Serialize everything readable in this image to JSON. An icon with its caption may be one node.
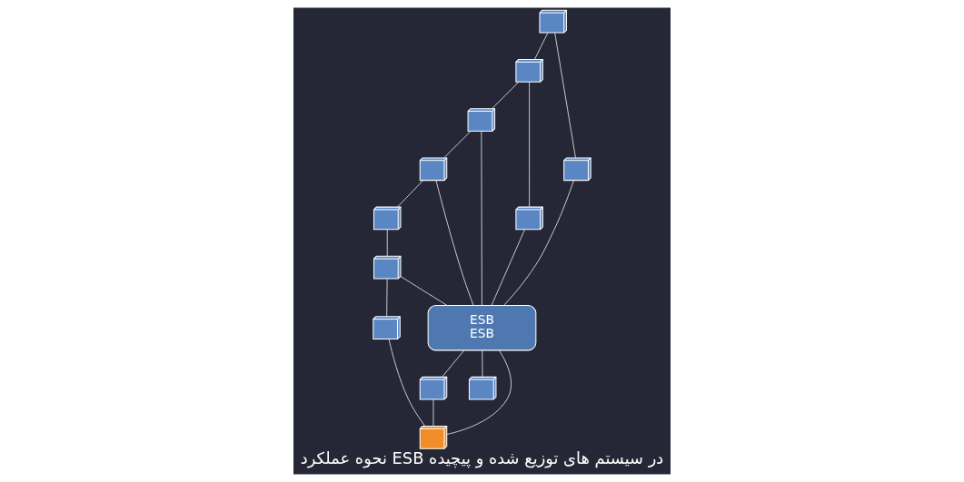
{
  "diagram": {
    "title": "نحوه عملکرد ESB در سیستم های توزیع شده و پیچیده",
    "nodes": [
      {
        "text": [
          "ESB",
          "ESB"
        ]
      },
      {
        "text": [],
        "shape": "box"
      },
      {
        "text": [],
        "shape": "box"
      },
      {
        "text": [],
        "shape": "box"
      },
      {
        "text": [],
        "shape": "box"
      },
      {
        "text": [],
        "shape": "box"
      },
      {
        "text": [],
        "shape": "box"
      },
      {
        "text": [],
        "shape": "box"
      },
      {
        "text": [],
        "shape": "box"
      },
      {
        "text": [],
        "shape": "box"
      },
      {
        "text": [],
        "shape": "box"
      },
      {
        "text": [],
        "shape": "box"
      },
      {
        "text": [],
        "shape": "box"
      }
    ],
    "edges": [
      {
        "from": 1,
        "to": 0,
        "arrow": "none"
      },
      {
        "from": 2,
        "to": 3,
        "arrow": "none"
      },
      {
        "from": 4,
        "to": 2,
        "arrow": "none"
      },
      {
        "from": 2,
        "to": 1,
        "arrow": "none"
      },
      {
        "from": 1,
        "to": 5,
        "arrow": "none"
      },
      {
        "from": 5,
        "to": 6,
        "arrow": "none"
      },
      {
        "from": 3,
        "to": 0,
        "arrow": "none"
      },
      {
        "from": 5,
        "to": 0,
        "arrow": "none"
      },
      {
        "from": 7,
        "to": 0,
        "arrow": "none"
      },
      {
        "from": 6,
        "to": 7,
        "arrow": "none"
      },
      {
        "from": 7,
        "to": 9,
        "arrow": "none"
      },
      {
        "from": 4,
        "to": 8,
        "arrow": "none"
      },
      {
        "from": 8,
        "to": 0,
        "arrow": "none"
      },
      {
        "from": 0,
        "to": 10,
        "arrow": "none"
      },
      {
        "from": 0,
        "to": 12,
        "arrow": "none"
      },
      {
        "from": 0,
        "to": 11,
        "arrow": "none"
      },
      {
        "from": 9,
        "to": 11,
        "arrow": "none"
      },
      {
        "from": 12,
        "to": 11,
        "arrow": "none"
      }
    ]
  }
}
